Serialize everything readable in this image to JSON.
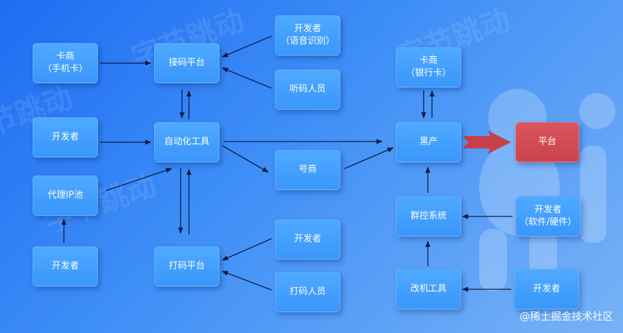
{
  "nodes": {
    "kashang_sim": "卡商\n（手机卡）",
    "jiema": "接码平台",
    "dev_voice": "开发者\n（语音识别）",
    "tingma": "听码人员",
    "kashang_bank": "卡商\n（银行卡）",
    "dev_left": "开发者",
    "auto_tool": "自动化工具",
    "haoshang": "号商",
    "heichan": "黑产",
    "platform": "平台",
    "proxy_ip": "代理IP池",
    "qunkong": "群控系统",
    "dev_sw_hw": "开发者\n（软件/硬件）",
    "dev_bottom": "开发者",
    "dama": "打码平台",
    "dev_dama": "开发者",
    "dama_person": "打码人员",
    "gaiji": "改机工具",
    "dev_gaiji": "开发者"
  },
  "watermark": {
    "text": "字节跳动"
  },
  "footer": {
    "text": "@稀土掘金技术社区"
  },
  "colors": {
    "node": "#3f9cfd",
    "highlight": "#cc4a52",
    "arrow_highlight": "#c8404a",
    "edge": "#0b1c44"
  }
}
